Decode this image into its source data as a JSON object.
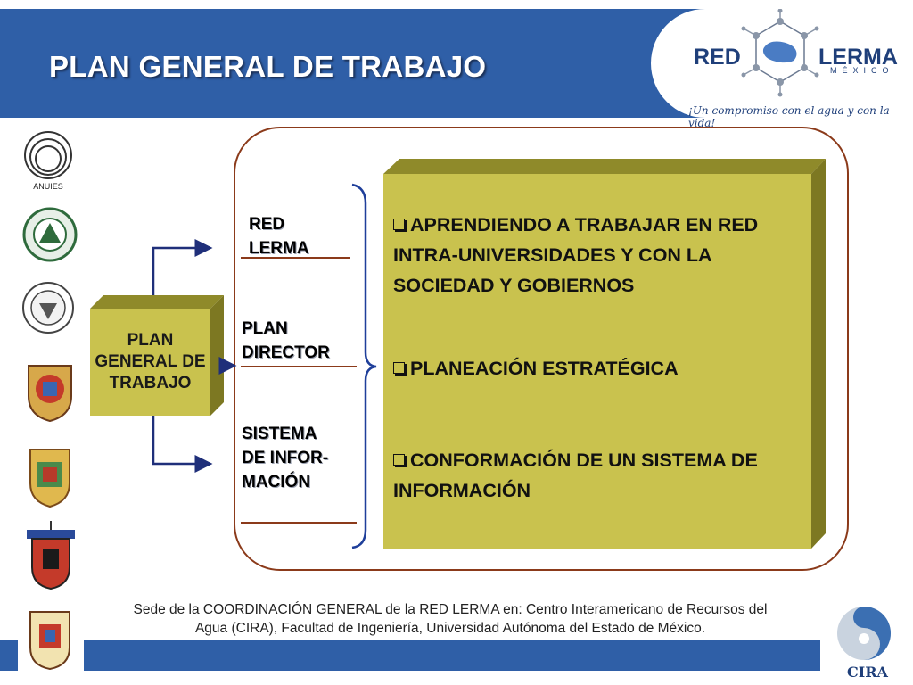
{
  "header": {
    "title": "PLAN GENERAL DE TRABAJO"
  },
  "logo": {
    "red": "RED",
    "lerma": "LERMA",
    "mexico": "MÉXICO",
    "tagline": "¡Un compromiso con el agua y con la vida!"
  },
  "seals": {
    "anuies_label": "ANUIES"
  },
  "plan_box": {
    "label": "PLAN GENERAL DE TRABAJO"
  },
  "branches": [
    {
      "label": "RED LERMA"
    },
    {
      "label": "PLAN DIRECTOR"
    },
    {
      "label": "SISTEMA DE INFOR-MACIÓN"
    }
  ],
  "items": [
    {
      "text": "APRENDIENDO A TRABAJAR EN RED INTRA-UNIVERSIDADES Y CON LA SOCIEDAD Y GOBIERNOS"
    },
    {
      "text": "PLANEACIÓN ESTRATÉGICA"
    },
    {
      "text": "CONFORMACIÓN DE UN SISTEMA DE INFORMACIÓN"
    }
  ],
  "footer": {
    "line1": "Sede de  la  COORDINACIÓN  GENERAL de la RED LERMA en: Centro Interamericano de Recursos del",
    "line2": "Agua (CIRA),  Facultad  de Ingeniería,  Universidad Autónoma del Estado de México."
  },
  "cira": {
    "label": "CIRA"
  },
  "colors": {
    "banner": "#2f5fa7",
    "box": "#c9c24e",
    "frame": "#8b3a1a",
    "arrow": "#1f2f7a"
  }
}
